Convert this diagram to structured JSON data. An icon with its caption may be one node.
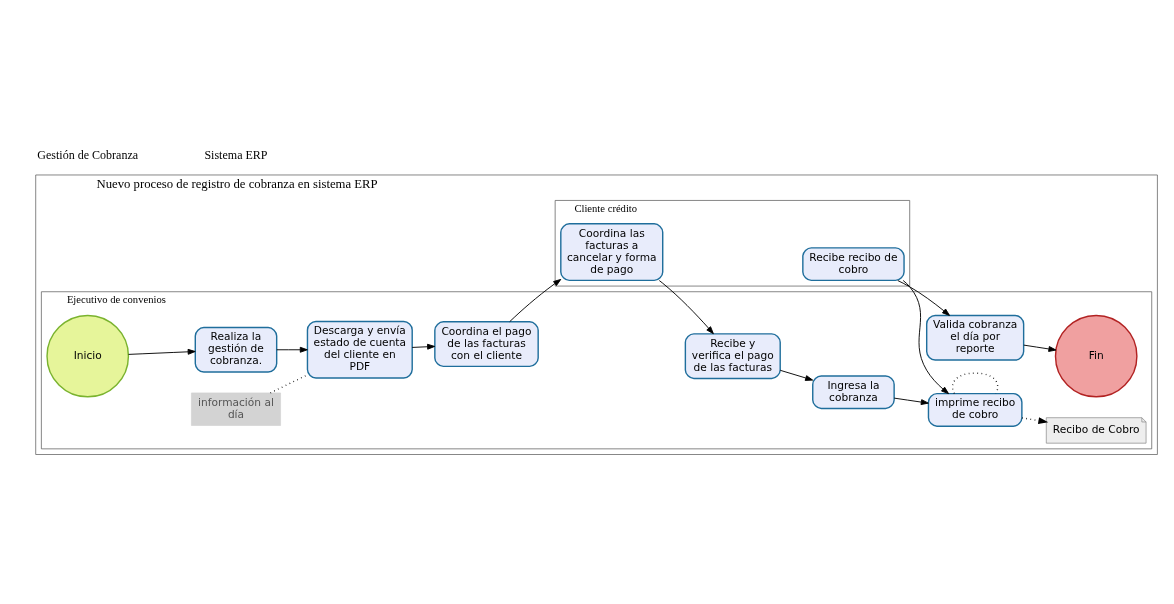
{
  "diagram": {
    "nodes": [
      {
        "text": [
          "Nuevo proceso de registro de cobranza en sistema ERP"
        ]
      },
      {
        "text": [
          "Ejecutivo de convenios"
        ],
        "in": 0
      },
      {
        "text": [
          "Cliente crédito"
        ],
        "in": 0
      },
      {
        "text": [
          "Inicio"
        ],
        "in": 1
      },
      {
        "text": [
          "Realiza la gestión de cobranza."
        ],
        "in": 1
      },
      {
        "text": [
          "Descarga y envía estado de cuenta del cliente en PDF"
        ],
        "in": 1
      },
      {
        "text": [
          "información al día"
        ],
        "in": 1
      },
      {
        "text": [
          "Coordina el pago de las facturas con el cliente"
        ],
        "in": 1
      },
      {
        "text": [
          "Recibe y verifica el pago de las facturas"
        ],
        "in": 1
      },
      {
        "text": [
          "Ingresa la cobranza"
        ],
        "in": 1
      },
      {
        "text": [
          "imprime recibo de cobro"
        ],
        "in": 1
      },
      {
        "text": [
          "Recibo de Cobro"
        ],
        "in": 1
      },
      {
        "text": [
          "Valida cobranza el día por reporte"
        ],
        "in": 1
      },
      {
        "text": [
          "Fin"
        ],
        "in": 1
      },
      {
        "text": [
          "Coordina las facturas a cancelar y forma de pago"
        ],
        "in": 2
      },
      {
        "text": [
          "Recibe recibo de cobro"
        ],
        "in": 2
      }
    ],
    "edges": [
      {
        "from": 3,
        "to": 4,
        "arrow": "to"
      },
      {
        "from": 4,
        "to": 5,
        "arrow": "to"
      },
      {
        "from": 6,
        "to": 5,
        "arrow": "none",
        "style": "dashed"
      },
      {
        "from": 5,
        "to": 7,
        "arrow": "to"
      },
      {
        "from": 7,
        "to": 14,
        "arrow": "to"
      },
      {
        "from": 14,
        "to": 8,
        "arrow": "to"
      },
      {
        "from": 8,
        "to": 9,
        "arrow": "to"
      },
      {
        "from": 9,
        "to": 10,
        "arrow": "to"
      },
      {
        "from": 10,
        "to": 11,
        "arrow": "to",
        "style": "dashed"
      },
      {
        "from": 10,
        "to": 10,
        "arrow": "none",
        "style": "dashed"
      },
      {
        "from": 15,
        "to": 10,
        "arrow": "to"
      },
      {
        "from": 15,
        "to": 12,
        "arrow": "to"
      },
      {
        "from": 12,
        "to": 13,
        "arrow": "to"
      }
    ],
    "labels": [
      "Gestión de Cobranza",
      "Sistema ERP"
    ]
  }
}
